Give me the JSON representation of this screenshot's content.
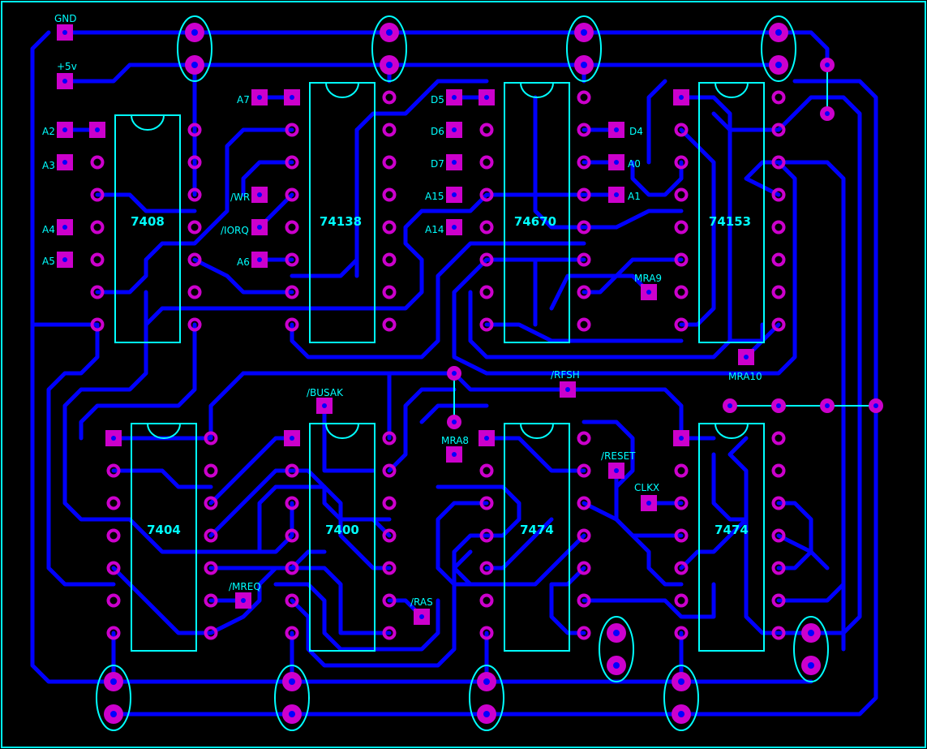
{
  "board": {
    "colors": {
      "background": "#000000",
      "border": "#00ffff",
      "trace": "#0000ff",
      "pad": "#cc00cc",
      "silkscreen": "#00ffff"
    }
  },
  "chips": [
    {
      "name": "chip-7408",
      "label": "7408"
    },
    {
      "name": "chip-74138",
      "label": "74138"
    },
    {
      "name": "chip-74670",
      "label": "74670"
    },
    {
      "name": "chip-74153",
      "label": "74153"
    },
    {
      "name": "chip-7404",
      "label": "7404"
    },
    {
      "name": "chip-7400",
      "label": "7400"
    },
    {
      "name": "chip-7474-a",
      "label": "7474"
    },
    {
      "name": "chip-7474-b",
      "label": "7474"
    }
  ],
  "signals": {
    "gnd": "GND",
    "vcc": "+5v",
    "a2": "A2",
    "a3": "A3",
    "a4": "A4",
    "a5": "A5",
    "a7": "A7",
    "wr": "/WR",
    "iorq": "/IORQ",
    "a6": "A6",
    "d5": "D5",
    "d6": "D6",
    "d7": "D7",
    "a15": "A15",
    "a14": "A14",
    "d4": "D4",
    "a0": "A0",
    "a1": "A1",
    "mra9": "MRA9",
    "mra10": "MRA10",
    "rfsh": "/RFSH",
    "busak": "/BUSAK",
    "mra8": "MRA8",
    "reset": "/RESET",
    "clkx": "CLKX",
    "mreq": "/MREQ",
    "ras": "/RAS"
  }
}
